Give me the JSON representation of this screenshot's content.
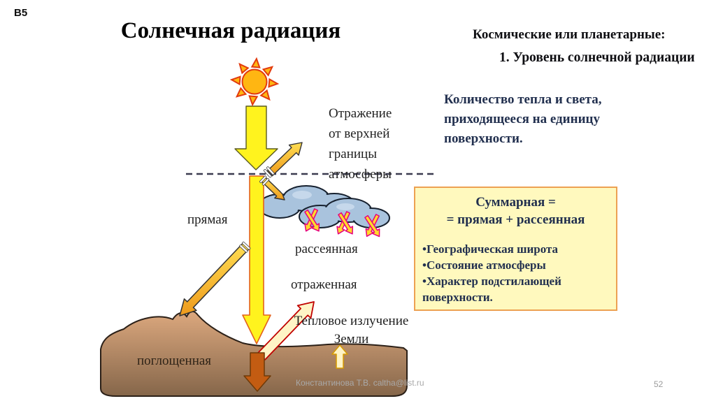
{
  "slide": {
    "corner_label": "B5",
    "title": "Солнечная радиация",
    "footer_credit": "Константинова Т.В. caltha@list.ru",
    "page_number": "52"
  },
  "right_panel": {
    "heading_line1": "Космические или планетарные:",
    "heading_line2": "1. Уровень солнечной радиации",
    "definition": "Количество тепла и света, приходящееся на единицу поверхности.",
    "summary_box": {
      "title_line1": "Суммарная =",
      "title_line2": "= прямая + рассеянная",
      "bullets": [
        "•Географическая широта",
        "•Состояние атмосферы",
        "•Характер подстилающей поверхности."
      ],
      "bg_color": "#FFF9BE",
      "border_color": "#EDA152",
      "text_color": "#22304f"
    }
  },
  "diagram": {
    "labels": {
      "reflection_top": "Отражение от верхней границы атмосферы",
      "direct": "прямая",
      "scattered": "рассеянная",
      "reflected": "отраженная",
      "thermal": "Тепловое излучение Земли",
      "absorbed": "поглощенная"
    },
    "colors": {
      "sun_fill": "#FFB612",
      "sun_outline": "#E23A0E",
      "beam_yellow": "#FFF31E",
      "beam_outline_dark": "#5a5a1e",
      "beam_outline_red": "#E3611C",
      "arrow_orange_light": "#FFDE52",
      "arrow_orange": "#EE9A1C",
      "arrow_dark_outline": "#333333",
      "cloud_fill": "#A9C3DD",
      "cloud_outline": "#16202E",
      "cloud_highlight": "#C6D8EB",
      "scatter_fill": "#FFD92B",
      "scatter_outline": "#E6007E",
      "cream_fill": "#FFF4C6",
      "cream_outline": "#C00000",
      "thermal_outline": "#D79B00",
      "absorbed_fill": "#C35C12",
      "absorbed_outline": "#6E3A08",
      "ground_top": "#DCA87E",
      "ground_bottom": "#85664A",
      "ground_outline": "#2b2018",
      "boundary_line": "#3B3B4F"
    }
  }
}
